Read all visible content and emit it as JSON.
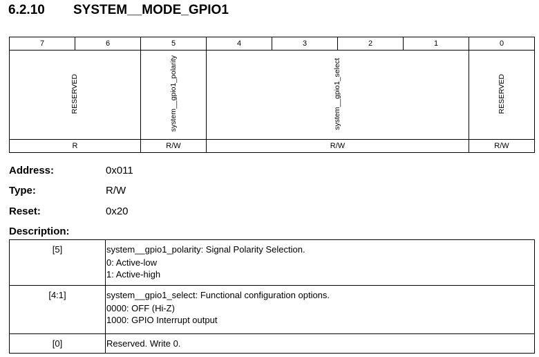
{
  "section": {
    "number": "6.2.10",
    "name": "SYSTEM__MODE_GPIO1"
  },
  "bit_table": {
    "bit_numbers": [
      "7",
      "6",
      "5",
      "4",
      "3",
      "2",
      "1",
      "0"
    ],
    "fields": [
      {
        "name": "RESERVED",
        "span": 2,
        "access": "R"
      },
      {
        "name": "system__gpio1_polarity",
        "span": 1,
        "access": "R/W"
      },
      {
        "name": "system__gpio1_select",
        "span": 4,
        "access": "R/W"
      },
      {
        "name": "RESERVED",
        "span": 1,
        "access": "R/W"
      }
    ]
  },
  "properties": {
    "address_label": "Address:",
    "address_value": "0x011",
    "type_label": "Type:",
    "type_value": "R/W",
    "reset_label": "Reset:",
    "reset_value": "0x20"
  },
  "description": {
    "label": "Description:",
    "rows": [
      {
        "bits": "[5]",
        "lines": [
          "system__gpio1_polarity: Signal Polarity Selection.",
          "0: Active-low",
          "1: Active-high"
        ]
      },
      {
        "bits": "[4:1]",
        "lines": [
          "system__gpio1_select: Functional configuration options.",
          "0000: OFF (Hi-Z)",
          "1000: GPIO Interrupt output"
        ]
      },
      {
        "bits": "[0]",
        "lines": [
          "Reserved. Write 0."
        ]
      }
    ]
  }
}
